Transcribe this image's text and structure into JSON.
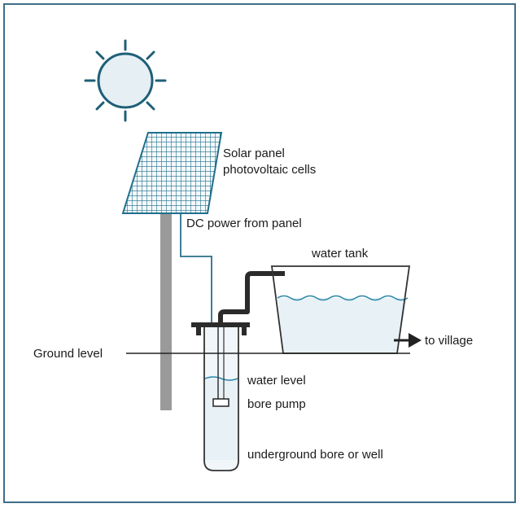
{
  "labels": {
    "solar_panel_line1": "Solar panel",
    "solar_panel_line2": "photovoltaic cells",
    "dc_power": "DC power from panel",
    "water_tank": "water tank",
    "to_village": "to village",
    "ground_level": "Ground level",
    "water_level": "water  level",
    "bore_pump": "bore pump",
    "underground_bore": "underground bore or well"
  },
  "colors": {
    "frame": "#3f6d8a",
    "outline": "#222222",
    "pole": "#9a9a9a",
    "panel_grid": "#1f6f8b",
    "water": "#e7f1f6",
    "water_line": "#2a86a8",
    "pipe": "#2b2b2b"
  }
}
